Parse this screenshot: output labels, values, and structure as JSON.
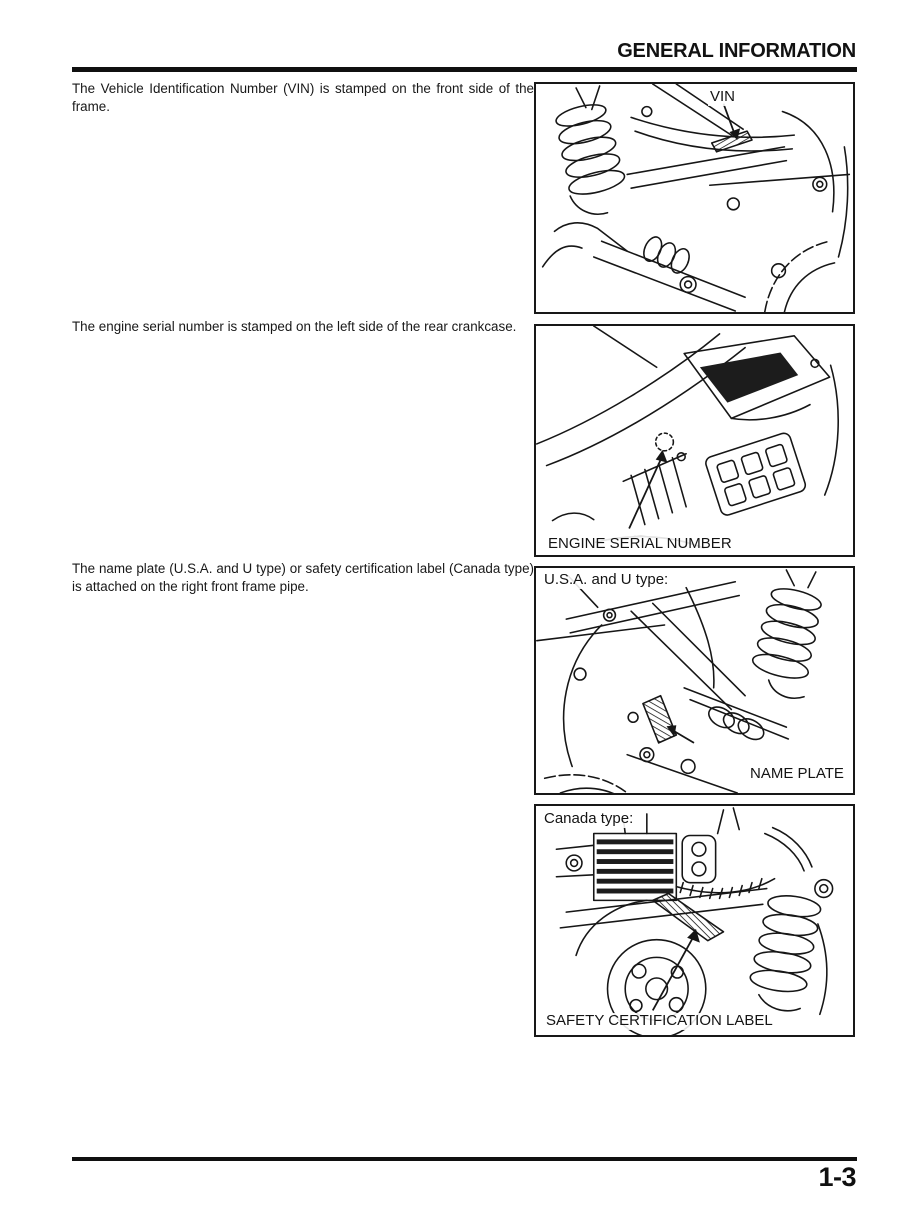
{
  "header": {
    "title": "GENERAL INFORMATION"
  },
  "footer": {
    "page_number": "1-3"
  },
  "content": {
    "paragraphs": {
      "vin": "The Vehicle Identification Number (VIN) is stamped on the front side of the frame.",
      "engine_serial": "The engine serial number is stamped on the left side of the rear crankcase.",
      "name_plate": "The name plate (U.S.A. and U type) or safety certification label (Can­ada type) is attached on the right front frame pipe."
    },
    "figures": {
      "vin": {
        "callout": "VIN"
      },
      "engine_serial": {
        "callout": "ENGINE SERIAL NUMBER"
      },
      "name_plate": {
        "type_label": "U.S.A. and U type:",
        "callout": "NAME PLATE"
      },
      "safety_label": {
        "type_label": "Canada type:",
        "callout": "SAFETY CERTIFICATION LABEL"
      }
    }
  },
  "colors": {
    "ink": "#161616",
    "paper": "#ffffff"
  }
}
